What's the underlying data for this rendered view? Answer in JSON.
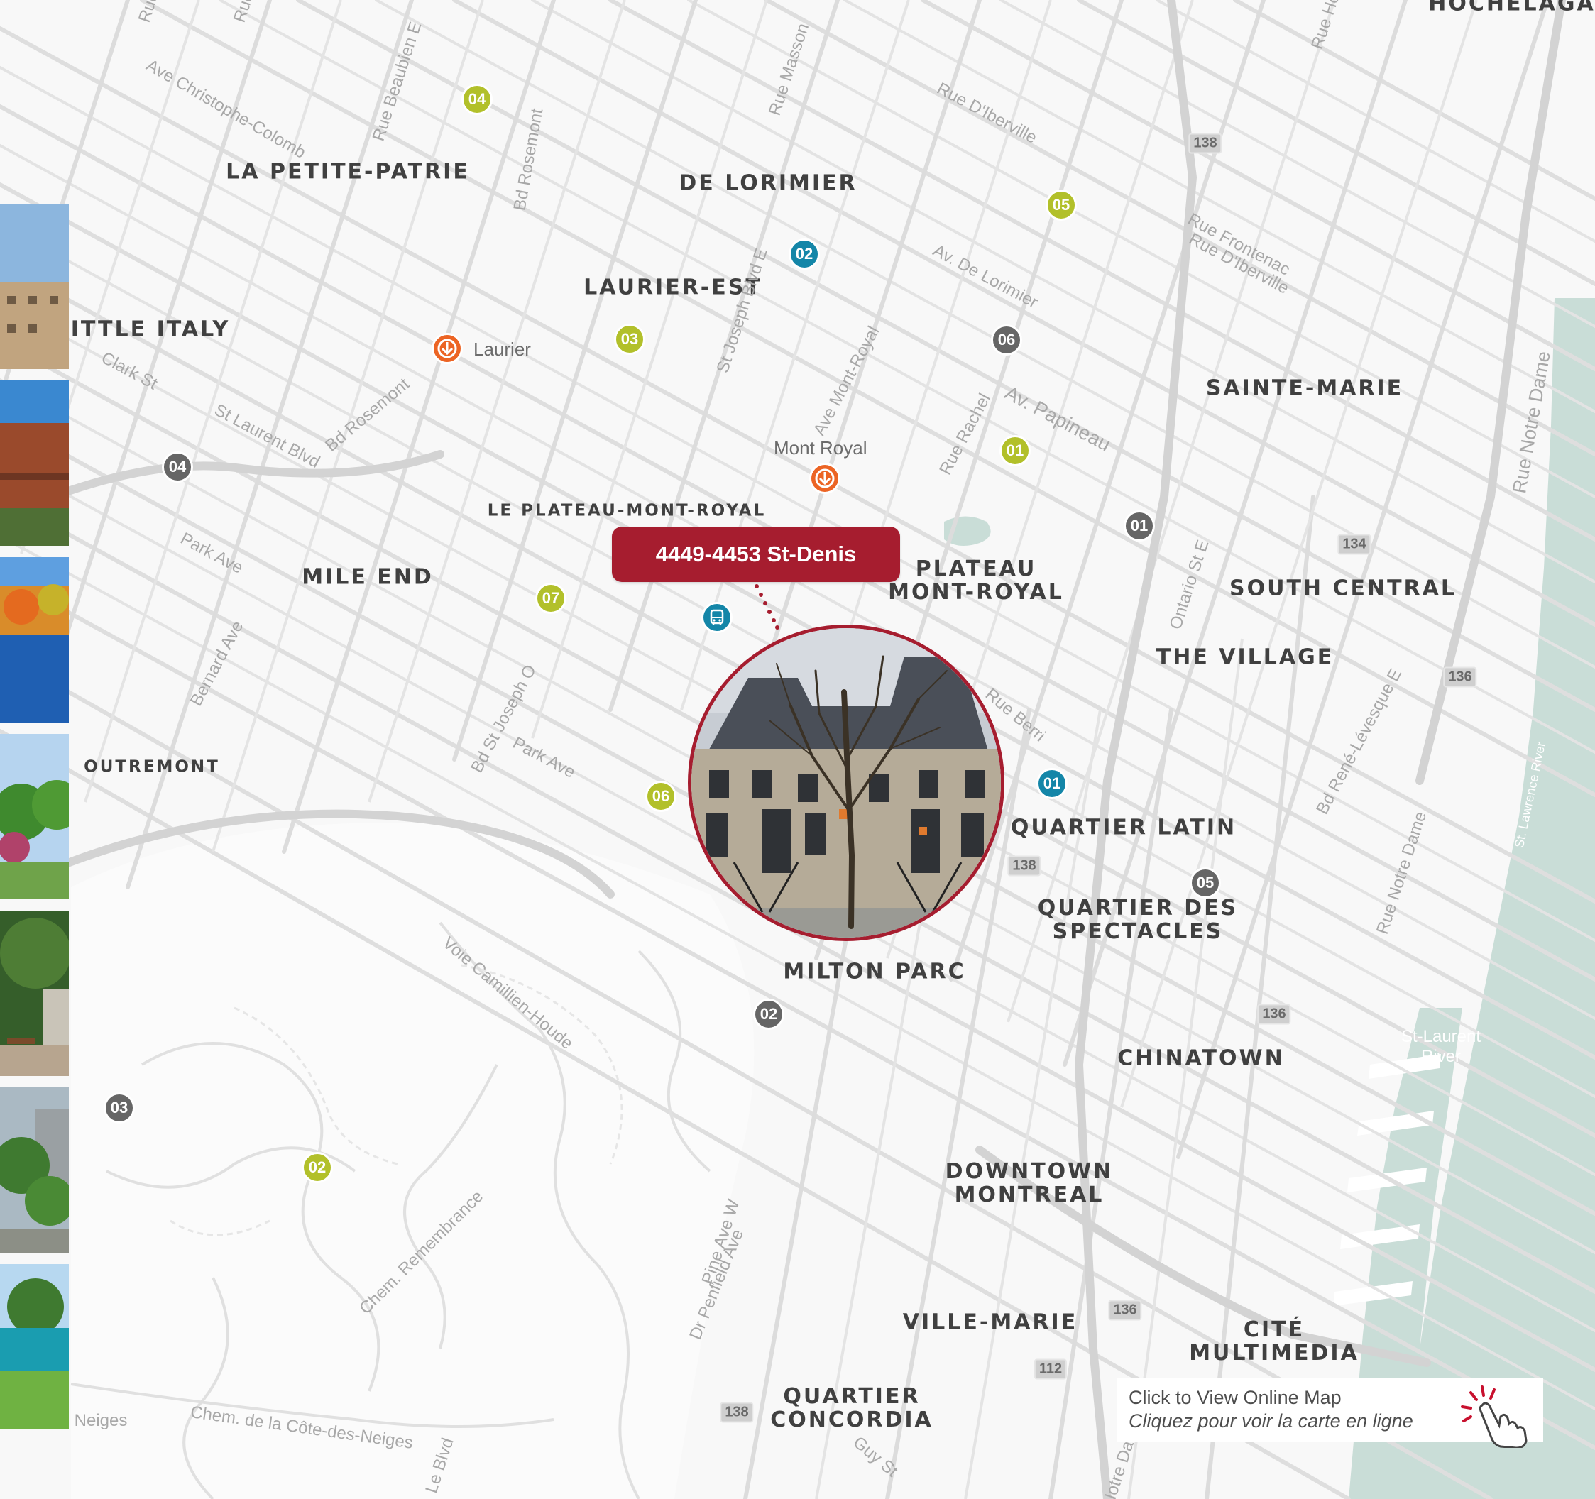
{
  "map": {
    "neighbourhoods": {
      "hochelaga": "HOCHELAGA",
      "la_petite_patrie": "LA PETITE-PATRIE",
      "de_lorimier": "DE LORIMIER",
      "laurier_est": "LAURIER-EST",
      "little_italy": "ITTLE ITALY",
      "sainte_marie": "SAINTE-MARIE",
      "le_plateau": "LE PLATEAU-MONT-ROYAL",
      "mile_end": "MILE END",
      "plateau_mont_royal": "PLATEAU\nMONT-ROYAL",
      "south_central": "SOUTH CENTRAL",
      "the_village": "THE VILLAGE",
      "outremont": "OUTREMONT",
      "quartier_latin": "QUARTIER LATIN",
      "quartier_des_spectacles": "QUARTIER DES\nSPECTACLES",
      "milton_parc": "MILTON PARC",
      "chinatown": "CHINATOWN",
      "downtown_montreal": "DOWNTOWN\nMONTREAL",
      "ville_marie": "VILLE-MARIE",
      "cite_multimedia": "CITÉ\nMULTIMEDIA",
      "quartier_concordia": "QUARTIER\nCONCORDIA"
    },
    "streets": {
      "christophe_colomb": "Ave Christophe-Colomb",
      "beaubien": "Rue Beaubien E",
      "bd_rosemont_north": "Bd Rosemont",
      "masson": "Rue Masson",
      "diberville": "Rue D'Iberville",
      "frontenac": "Rue Frontenac",
      "diberville_2": "Rue D'Iberville",
      "de_lorimier_av": "Av. De Lorimier",
      "st_joseph_e": "St Joseph Blvd E",
      "mont_royal_ave": "Ave Mont-Royal",
      "papineau": "Av. Papineau",
      "rachel": "Rue Rachel",
      "clark": "Clark St",
      "st_laurent": "St Laurent Blvd",
      "bd_rosemont_2": "Bd Rosemont",
      "park_ave_1": "Park Ave",
      "bernard": "Bernard Ave",
      "st_joseph_o": "Bd St Joseph O",
      "park_ave_2": "Park Ave",
      "ontario": "Ontario St E",
      "berri": "Rue Berri",
      "rene_levesque": "Bd René-Lévesque E",
      "notre_dame_1": "Rue Notre Dame",
      "notre_dame_2": "Rue Notre Dame",
      "camillien_houde": "Voie Camillien-Houde",
      "remembrance": "Chem. Remembrance",
      "pine": "Pine Ave W",
      "penfield": "Dr Penfield Ave",
      "cote_des_neiges": "Chem. de la Côte-des-Neiges",
      "neiges": "Neiges",
      "le_blvd": "Le Blvd",
      "guy": "Guy St",
      "notre_dame_3": "Rue Notre Dame",
      "rue_ho": "Rue Ho",
      "rue_n": "Rue",
      "rue_n2": "Rue"
    },
    "water_labels": {
      "st_lawrence": "St. Lawrence River",
      "st_laurent_river": "St-Laurent\nRiver"
    },
    "route_shields": {
      "s1": "138",
      "s2": "134",
      "s3": "136",
      "s4": "138",
      "s5": "136",
      "s6": "136",
      "s7": "112",
      "s8": "138"
    },
    "markers": {
      "lime_04": "04",
      "lime_05": "05",
      "lime_03": "03",
      "lime_01": "01",
      "lime_07": "07",
      "lime_06": "06",
      "lime_02": "02",
      "teal_02": "02",
      "teal_01": "01",
      "dark_06": "06",
      "dark_04": "04",
      "dark_01": "01",
      "dark_05": "05",
      "dark_02": "02",
      "dark_03": "03"
    },
    "metro": {
      "laurier": "Laurier",
      "mont_royal": "Mont Royal"
    },
    "property": {
      "address": "4449-4453 St-Denis"
    },
    "online_map": {
      "line1": "Click to View Online Map",
      "line2": "Cliquez pour voir la carte en ligne"
    },
    "colors": {
      "accent": "#a61d2f",
      "lime": "#b2c02a",
      "teal": "#1486a8",
      "dark": "#666666",
      "metro": "#ec6424",
      "water": "#c9ddd7"
    },
    "icons": [
      "metro-icon",
      "bus-icon",
      "hand-click-icon"
    ]
  }
}
